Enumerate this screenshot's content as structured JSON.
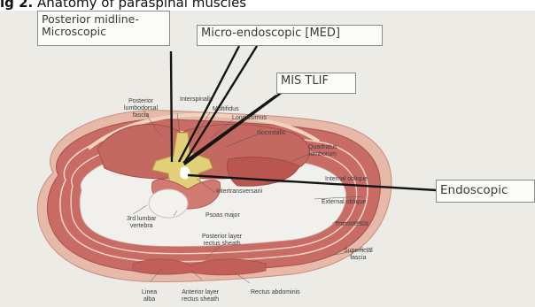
{
  "title": {
    "prefix": "ig 2.",
    "text": " Anatomy of paraspinal muscles"
  },
  "approaches": {
    "posterior": [
      "Posterior midline-",
      "Microscopic"
    ],
    "med": "Micro-endoscopic [MED]",
    "tlif": "MIS TLIF",
    "endoscopic": "Endoscopic"
  },
  "labels": {
    "posterior_fascia": [
      "Posterior",
      "lumbodorsal",
      "fascia"
    ],
    "interspinalis": "Interspinalis",
    "multifidus": "Multifidus",
    "longissimus": "Longissimus",
    "iliocostalis": "Iliocostalis",
    "quadratus": [
      "Quadratus",
      "lumborum"
    ],
    "internal_oblique": "Internal oblique",
    "intertransversarii": "Intertransversarii",
    "external_oblique": "External oblique",
    "psoas": "Psoas major",
    "lumbar_vertebra": [
      "3rd lumbar",
      "vertebra"
    ],
    "transversus": "Transversus",
    "posterior_rectus": [
      "Posterior layer",
      "rectus sheath"
    ],
    "superficial_fascia": [
      "Superficial",
      "fascia"
    ],
    "linea_alba": [
      "Linea",
      "alba"
    ],
    "anterior_rectus": [
      "Anterior layer",
      "rectus sheath"
    ],
    "rectus_abdominis": "Rectus abdominis"
  },
  "colors": {
    "muscle": "#c96d66",
    "muscle_light": "#e6a49a",
    "fascia": "#f0d4bf",
    "bone": "#e2d078",
    "background": "#ecebe6"
  }
}
